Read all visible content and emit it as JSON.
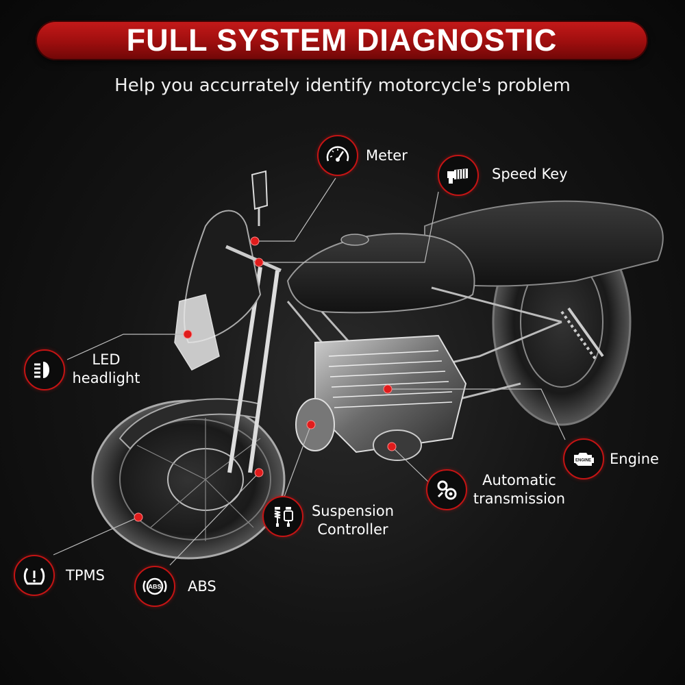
{
  "header": {
    "title": "FULL SYSTEM DIAGNOSTIC",
    "subtitle": "Help you accurrately identify motorcycle's problem"
  },
  "features": {
    "meter": "Meter",
    "speed_key": "Speed Key",
    "led_headlight_1": "LED",
    "led_headlight_2": "headlight",
    "engine": "Engine",
    "automatic_transmission_1": "Automatic",
    "automatic_transmission_2": "transmission",
    "suspension_controller_1": "Suspension",
    "suspension_controller_2": "Controller",
    "tpms": "TPMS",
    "abs": "ABS"
  },
  "icons": {
    "abs_text": "ABS",
    "engine_text": "ENGINE"
  },
  "colors": {
    "accent": "#c41414",
    "banner": "#9d0e0e",
    "background": "#111111"
  }
}
